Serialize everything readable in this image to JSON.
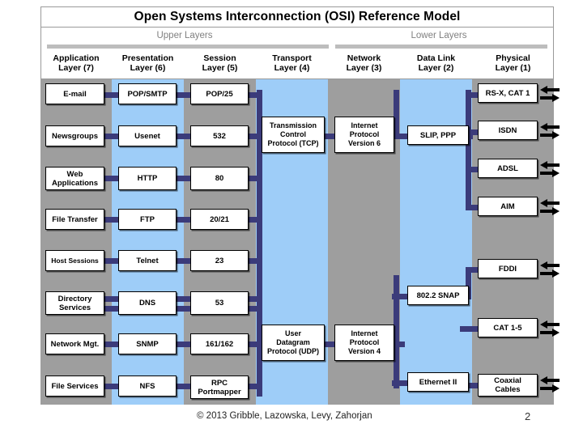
{
  "slide": {
    "title": "Open Systems Interconnection (OSI) Reference Model",
    "credit": "© 2013 Gribble, Lazowska, Levy, Zahorjan",
    "page_number": "2"
  },
  "groups": [
    {
      "label": "Upper Layers"
    },
    {
      "label": "Lower Layers"
    }
  ],
  "colors": {
    "band_gray": "#9e9e9e",
    "band_blue": "#9ecdf8",
    "connector": "#3b3b7a",
    "box_fill": "#ffffff",
    "box_border": "#000000",
    "caption_gray": "#808080",
    "rule_gray": "#bdbdbd"
  },
  "columns": [
    {
      "name": "Application",
      "line1": "Application",
      "line2": "Layer (7)",
      "band": "gray"
    },
    {
      "name": "Presentation",
      "line1": "Presentation",
      "line2": "Layer (6)",
      "band": "blue"
    },
    {
      "name": "Session",
      "line1": "Session",
      "line2": "Layer (5)",
      "band": "gray"
    },
    {
      "name": "Transport",
      "line1": "Transport",
      "line2": "Layer (4)",
      "band": "blue"
    },
    {
      "name": "Network",
      "line1": "Network",
      "line2": "Layer (3)",
      "band": "gray"
    },
    {
      "name": "Data Link",
      "line1": "Data Link",
      "line2": "Layer (2)",
      "band": "blue"
    },
    {
      "name": "Physical",
      "line1": "Physical",
      "line2": "Layer (1)",
      "band": "gray"
    }
  ],
  "application_layer": [
    {
      "label": "E-mail"
    },
    {
      "label": "Newsgroups"
    },
    {
      "label": "Web\nApplications"
    },
    {
      "label": "File Transfer"
    },
    {
      "label": "Host Sessions"
    },
    {
      "label": "Directory\nServices"
    },
    {
      "label": "Network Mgt."
    },
    {
      "label": "File Services"
    }
  ],
  "presentation_layer": [
    {
      "label": "POP/SMTP"
    },
    {
      "label": "Usenet"
    },
    {
      "label": "HTTP"
    },
    {
      "label": "FTP"
    },
    {
      "label": "Telnet"
    },
    {
      "label": "DNS"
    },
    {
      "label": "SNMP"
    },
    {
      "label": "NFS"
    }
  ],
  "session_layer": [
    {
      "label": "POP/25"
    },
    {
      "label": "532"
    },
    {
      "label": "80"
    },
    {
      "label": "20/21"
    },
    {
      "label": "23"
    },
    {
      "label": "53"
    },
    {
      "label": "161/162"
    },
    {
      "label": "RPC\nPortmapper"
    }
  ],
  "transport_layer": [
    {
      "label": "Transmission\nControl\nProtocol (TCP)"
    },
    {
      "label": "User\nDatagram\nProtocol (UDP)"
    }
  ],
  "network_layer": [
    {
      "label": "Internet\nProtocol\nVersion 6"
    },
    {
      "label": "Internet\nProtocol\nVersion 4"
    }
  ],
  "datalink_layer": [
    {
      "label": "SLIP, PPP"
    },
    {
      "label": "802.2 SNAP"
    },
    {
      "label": "Ethernet II"
    }
  ],
  "physical_layer": [
    {
      "label": "RS-X, CAT 1"
    },
    {
      "label": "ISDN"
    },
    {
      "label": "ADSL"
    },
    {
      "label": "AIM"
    },
    {
      "label": "FDDI"
    },
    {
      "label": "CAT 1-5"
    },
    {
      "label": "Coaxial\nCables"
    }
  ]
}
